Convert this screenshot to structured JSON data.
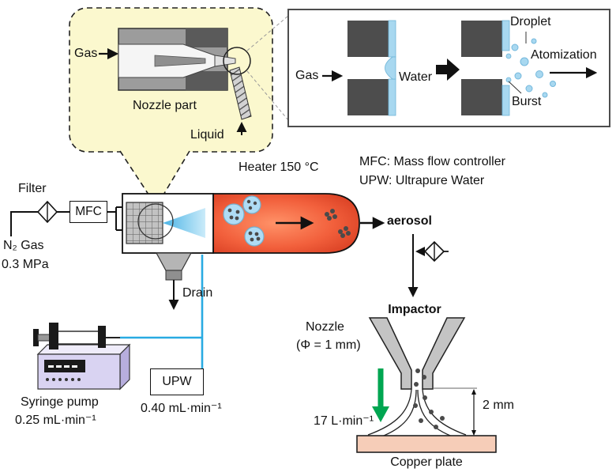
{
  "callout": {
    "gas": "Gas",
    "nozzle_part": "Nozzle part",
    "liquid": "Liquid"
  },
  "inset": {
    "gas": "Gas",
    "water": "Water",
    "droplet": "Droplet",
    "atomization": "Atomization",
    "burst": "Burst"
  },
  "legend": {
    "mfc": "MFC: Mass flow controller",
    "upw": "UPW: Ultrapure Water"
  },
  "supply": {
    "filter": "Filter",
    "mfc": "MFC",
    "n2_gas": "N₂ Gas",
    "pressure": "0.3 MPa"
  },
  "chamber": {
    "heater": "Heater 150 °C",
    "aerosol": "aerosol",
    "drain": "Drain"
  },
  "liquid_supply": {
    "syringe_pump": "Syringe pump",
    "syringe_rate": "0.25 mL·min⁻¹",
    "upw_box": "UPW",
    "upw_rate": "0.40 mL·min⁻¹"
  },
  "impactor": {
    "title": "Impactor",
    "nozzle": "Nozzle",
    "nozzle_diameter": "(Φ = 1 mm)",
    "flow_rate": "17 L·min⁻¹",
    "gap": "2 mm",
    "plate": "Copper plate"
  },
  "colors": {
    "callout_bg": "#FBF8CE",
    "water_blue": "#A8D8F0",
    "spray_blue": "#7FCBEE",
    "heater_red": "#E8472F",
    "green_arrow": "#00A651",
    "copper": "#F6CDB8",
    "dark_gray": "#4D4D4D",
    "particle": "#4A4A4A",
    "liquid_line": "#29ABE2"
  }
}
